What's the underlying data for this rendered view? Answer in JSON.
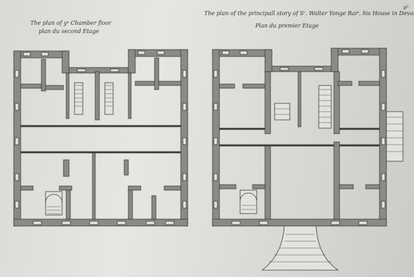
{
  "left_plan": {
    "caption_line1": "The plan of yᵉ Chamber floor",
    "caption_line2": "plan du second Etage"
  },
  "right_plan": {
    "caption_line1": "The plan of the principall story of Sʳ. Walter Yonge Barᵗ. his House in Devonshire",
    "caption_line2": "Plan du premier Etage"
  },
  "page_number": "p³",
  "colors": {
    "wall": "#8a8a86",
    "line": "#3a3a38",
    "paper": "#e2e2de"
  }
}
